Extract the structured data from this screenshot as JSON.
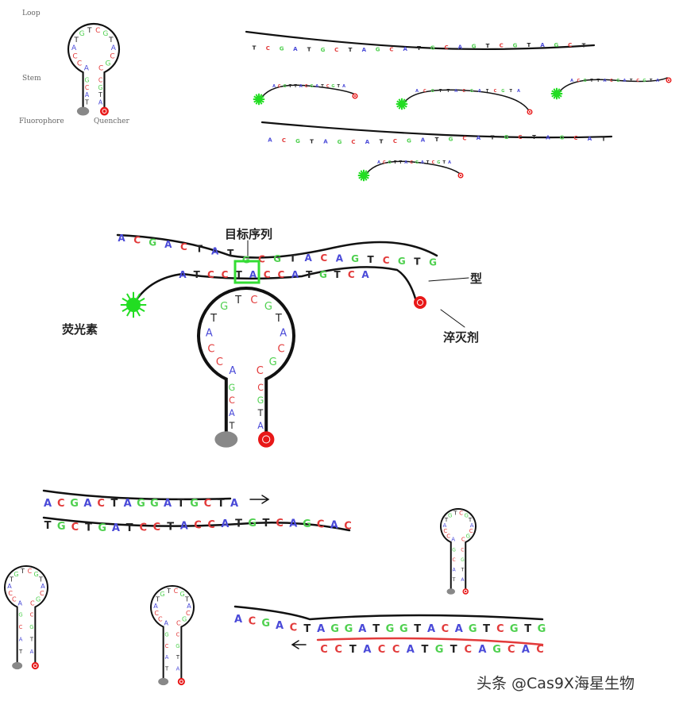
{
  "labels": {
    "loop": "Loop",
    "stem": "Stem",
    "fluorophore": "Fluorophore",
    "quencher": "Quencher",
    "target_sequence": "目标序列",
    "fluorescein": "荧光素",
    "probe": "型",
    "quencher_cn": "淬灭剂"
  },
  "sequences": {
    "middle_target": "ACGACTATGCGTACAGTCGTG",
    "middle_probe": "ATCCTACCATGTCA",
    "beacon_loop": "ACCATGTCGTACGC",
    "bottom_left_top": "ACGACTAGGATGCTA",
    "bottom_left_bottom": "TGCTGATCCTACCATGTCAGCAC",
    "bottom_right_top": "ACGACTAGGATGGTACAGTCGTG",
    "bottom_right_bottom": "CCTACCATGTCAGCAC"
  },
  "colors": {
    "A": "#4a4ad8",
    "C": "#e23a3a",
    "G": "#4fd04f",
    "T": "#222222",
    "fluorophore": "#22dd22",
    "quencher": "#e81818",
    "dark_quencher": "#888888"
  },
  "watermark": "头条 @Cas9X海星生物"
}
